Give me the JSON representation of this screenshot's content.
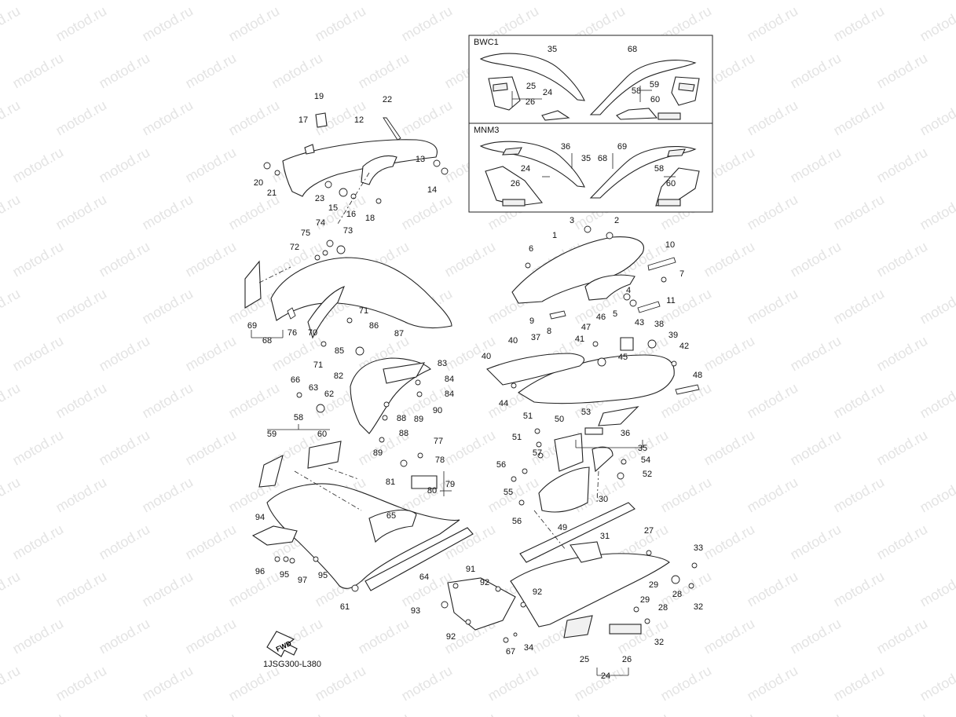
{
  "watermark_text": "motod.ru",
  "diagram_code": "1JSG300-L380",
  "fwd_label": "FWD",
  "variants": [
    {
      "code": "BWC1"
    },
    {
      "code": "MNM3"
    }
  ],
  "callouts": [
    "1",
    "2",
    "3",
    "4",
    "5",
    "6",
    "7",
    "8",
    "9",
    "10",
    "11",
    "12",
    "13",
    "14",
    "15",
    "16",
    "17",
    "18",
    "19",
    "20",
    "21",
    "22",
    "23",
    "24",
    "25",
    "26",
    "27",
    "28",
    "29",
    "30",
    "31",
    "32",
    "33",
    "34",
    "35",
    "36",
    "37",
    "38",
    "39",
    "40",
    "41",
    "42",
    "43",
    "44",
    "45",
    "46",
    "47",
    "48",
    "49",
    "50",
    "51",
    "52",
    "53",
    "54",
    "55",
    "56",
    "57",
    "58",
    "59",
    "60",
    "61",
    "62",
    "63",
    "64",
    "65",
    "66",
    "67",
    "68",
    "69",
    "70",
    "71",
    "72",
    "73",
    "74",
    "75",
    "76",
    "77",
    "78",
    "79",
    "80",
    "81",
    "82",
    "83",
    "84",
    "85",
    "86",
    "87",
    "88",
    "89",
    "90",
    "91",
    "92",
    "93",
    "94",
    "95",
    "96",
    "97"
  ]
}
